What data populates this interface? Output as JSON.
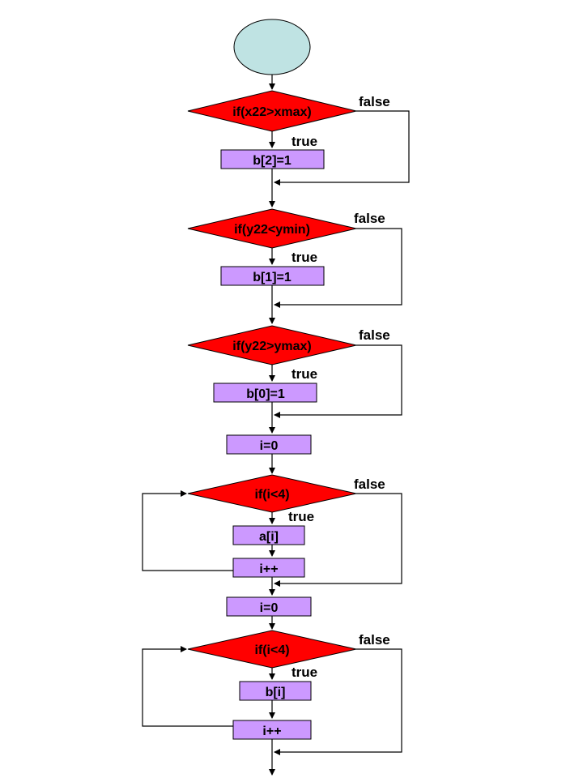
{
  "colors": {
    "decision": "#ff0000",
    "process": "#cc99ff",
    "start": "#bfe3e3",
    "line": "#000000"
  },
  "decisions": [
    {
      "label": "if(x22>xmax)",
      "true_label": "true",
      "false_label": "false"
    },
    {
      "label": "if(y22<ymin)",
      "true_label": "true",
      "false_label": "false"
    },
    {
      "label": "if(y22>ymax)",
      "true_label": "true",
      "false_label": "false"
    },
    {
      "label": "if(i<4)",
      "true_label": "true",
      "false_label": "false"
    },
    {
      "label": "if(i<4)",
      "true_label": "true",
      "false_label": "false"
    }
  ],
  "processes": [
    {
      "label": "b[2]=1"
    },
    {
      "label": "b[1]=1"
    },
    {
      "label": "b[0]=1"
    },
    {
      "label": "i=0"
    },
    {
      "label": "a[i]"
    },
    {
      "label": "i++"
    },
    {
      "label": "i=0"
    },
    {
      "label": "b[i]"
    },
    {
      "label": "i++"
    }
  ]
}
